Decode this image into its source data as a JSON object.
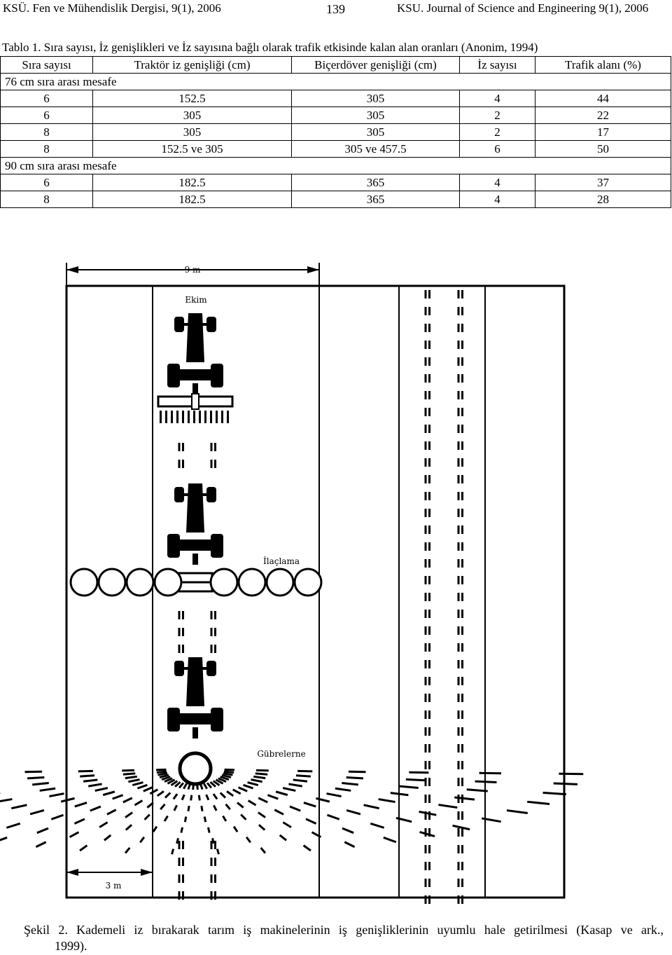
{
  "header": {
    "left": "KSÜ. Fen ve Mühendislik Dergisi, 9(1), 2006",
    "page_number": "139",
    "right": "KSU. Journal of Science and Engineering 9(1), 2006"
  },
  "table": {
    "caption": "Tablo 1. Sıra sayısı, İz genişlikleri ve İz sayısına bağlı olarak trafik etkisinde kalan alan oranları (Anonim, 1994)",
    "columns": [
      "Sıra sayısı",
      "Traktör iz genişliği (cm)",
      "Biçerdöver genişliği (cm)",
      "İz sayısı",
      "Trafik alanı (%)"
    ],
    "sections": [
      {
        "label": "76 cm sıra arası mesafe",
        "rows": [
          [
            "6",
            "152.5",
            "305",
            "4",
            "44"
          ],
          [
            "6",
            "305",
            "305",
            "2",
            "22"
          ],
          [
            "8",
            "305",
            "305",
            "2",
            "17"
          ],
          [
            "8",
            "152.5 ve 305",
            "305 ve 457.5",
            "6",
            "50"
          ]
        ]
      },
      {
        "label": "90 cm sıra arası mesafe",
        "rows": [
          [
            "6",
            "182.5",
            "365",
            "4",
            "37"
          ],
          [
            "8",
            "182.5",
            "365",
            "4",
            "28"
          ]
        ]
      }
    ]
  },
  "figure": {
    "width_top": "9 m",
    "width_bottom": "3 m",
    "label_ekim": "Ekim",
    "label_ilaclama": "İlaçlama",
    "label_gubreleme": "Gübrelerne",
    "caption_line1": "Şekil 2. Kademeli iz bırakarak tarım iş makinelerinin iş genişliklerinin uyumlu hale getirilmesi (Kasap ve ark.,",
    "caption_line2": "1999)."
  }
}
